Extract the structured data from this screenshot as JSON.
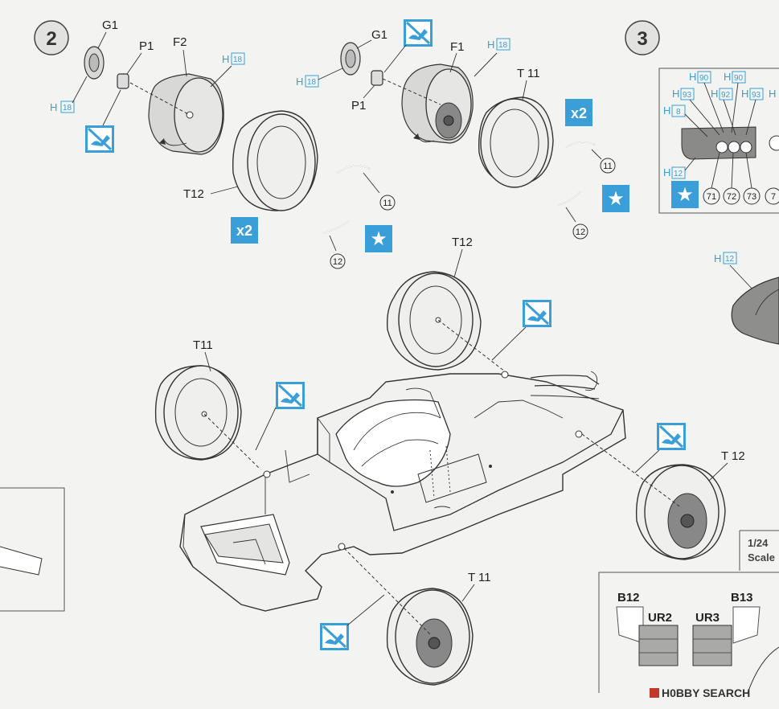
{
  "steps": {
    "step2": "2",
    "step3": "3"
  },
  "parts": {
    "g1_left": "G1",
    "p1_left": "P1",
    "f2": "F2",
    "t12_top": "T12",
    "g1_right": "G1",
    "p1_right": "P1",
    "f1": "F1",
    "t11_top": "T 11",
    "t12_mid": "T12",
    "t11_left": "T11",
    "t12_right": "T 12",
    "t11_bottom": "T 11"
  },
  "paint_refs": {
    "h_prefix": "H",
    "h18_a": "18",
    "h18_b": "18",
    "h18_c": "18",
    "h18_d": "18",
    "h90_a": "90",
    "h90_b": "90",
    "h93_a": "93",
    "h92": "92",
    "h93_b": "93",
    "h8": "8",
    "h12_a": "12",
    "h12_b": "12"
  },
  "multipliers": {
    "x2_left": "x2",
    "x2_right": "x2"
  },
  "callouts": {
    "c11_left": "11",
    "c12_left": "12",
    "c11_right": "11",
    "c12_right": "12",
    "c71": "71",
    "c72": "72",
    "c73": "73",
    "c7x": "7"
  },
  "scale_box": {
    "line1": "1/24 ",
    "line2": "Scale "
  },
  "decal_labels": {
    "b12": "B12",
    "ur2": "UR2",
    "ur3": "UR3",
    "b13": "B13"
  },
  "watermark": "H0BBY SEARCH"
}
